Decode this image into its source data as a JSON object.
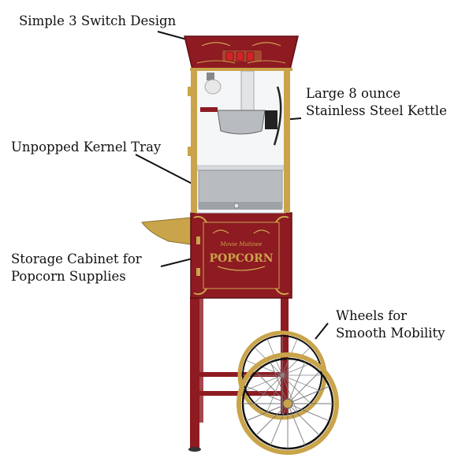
{
  "callouts": {
    "switch": {
      "line1": "Simple 3 Switch Design"
    },
    "kettle": {
      "line1": "Large 8 ounce",
      "line2": "Stainless Steel Kettle"
    },
    "tray": {
      "line1": "Unpopped Kernel Tray"
    },
    "cabinet": {
      "line1": "Storage Cabinet for",
      "line2": "Popcorn Supplies"
    },
    "wheels": {
      "line1": "Wheels for",
      "line2": "Smooth Mobility"
    }
  },
  "product_logo": {
    "small": "Movie Matinee",
    "big": "POPCORN"
  },
  "colors": {
    "cart_red": "#8e1a22",
    "gold": "#c9a44a",
    "steel": "#b8bcc0",
    "glass": "#f4f6f7",
    "switch_red": "#d2232a"
  }
}
